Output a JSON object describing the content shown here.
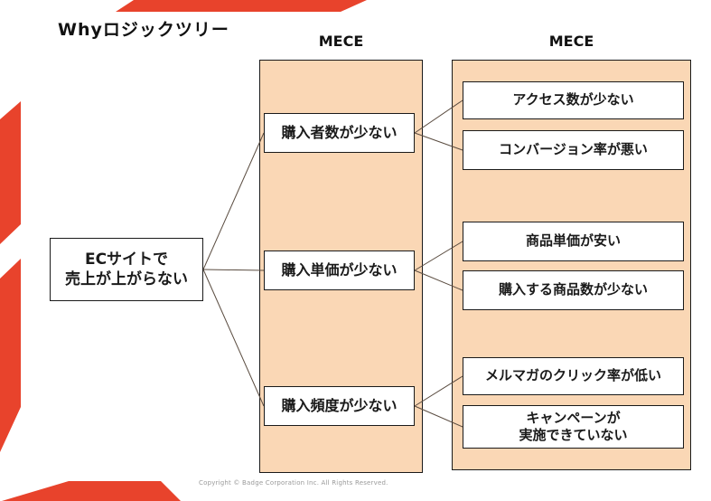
{
  "colors": {
    "accent_red": "#E8432C",
    "panel_fill": "#FAD7B5",
    "panel_border": "#1a1a1a",
    "connector": "#5a4c40"
  },
  "title": "Whyロジックツリー",
  "mece_labels": [
    "MECE",
    "MECE"
  ],
  "tree": {
    "root": "ECサイトで\n売上が上がらない",
    "level1": [
      "購入者数が少ない",
      "購入単価が少ない",
      "購入頻度が少ない"
    ],
    "level2": [
      "アクセス数が少ない",
      "コンバージョン率が悪い",
      "商品単価が安い",
      "購入する商品数が少ない",
      "メルマガのクリック率が低い",
      "キャンペーンが\n実施できていない"
    ]
  },
  "footer": {
    "copyright": "Copyright © Badge Corporation Inc. All Rights Reserved."
  }
}
